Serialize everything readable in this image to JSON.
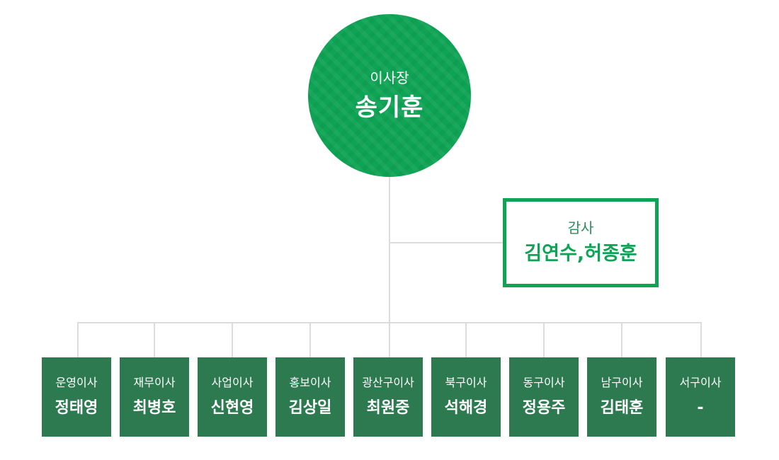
{
  "chairman": {
    "role": "이사장",
    "name": "송기훈"
  },
  "auditor": {
    "role": "감사",
    "name": "김연수,허종훈"
  },
  "directors": [
    {
      "role": "운영이사",
      "name": "정태영"
    },
    {
      "role": "재무이사",
      "name": "최병호"
    },
    {
      "role": "사업이사",
      "name": "신현영"
    },
    {
      "role": "홍보이사",
      "name": "김상일"
    },
    {
      "role": "광산구이사",
      "name": "최원중"
    },
    {
      "role": "북구이사",
      "name": "석해경"
    },
    {
      "role": "동구이사",
      "name": "정용주"
    },
    {
      "role": "남구이사",
      "name": "김태훈"
    },
    {
      "role": "서구이사",
      "name": "-"
    }
  ],
  "colors": {
    "chairman_fill": "#0fa455",
    "auditor_border": "#0fa455",
    "director_fill": "#2e7a50",
    "connector": "#dcdcdc"
  }
}
